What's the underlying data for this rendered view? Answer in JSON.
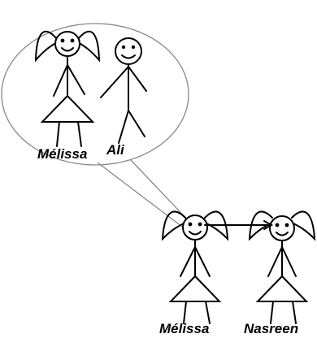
{
  "colors": {
    "stroke": "#000000",
    "bubble": "#888888",
    "background": "#ffffff"
  },
  "labels": {
    "melissa_top": "Mélissa",
    "ali": "Ali",
    "melissa_bottom": "Mélissa",
    "nasreen": "Nasreen"
  },
  "figures": [
    {
      "id": "melissa-top",
      "gender": "girl"
    },
    {
      "id": "ali",
      "gender": "boy"
    },
    {
      "id": "melissa-bottom",
      "gender": "girl"
    },
    {
      "id": "nasreen",
      "gender": "girl"
    }
  ]
}
